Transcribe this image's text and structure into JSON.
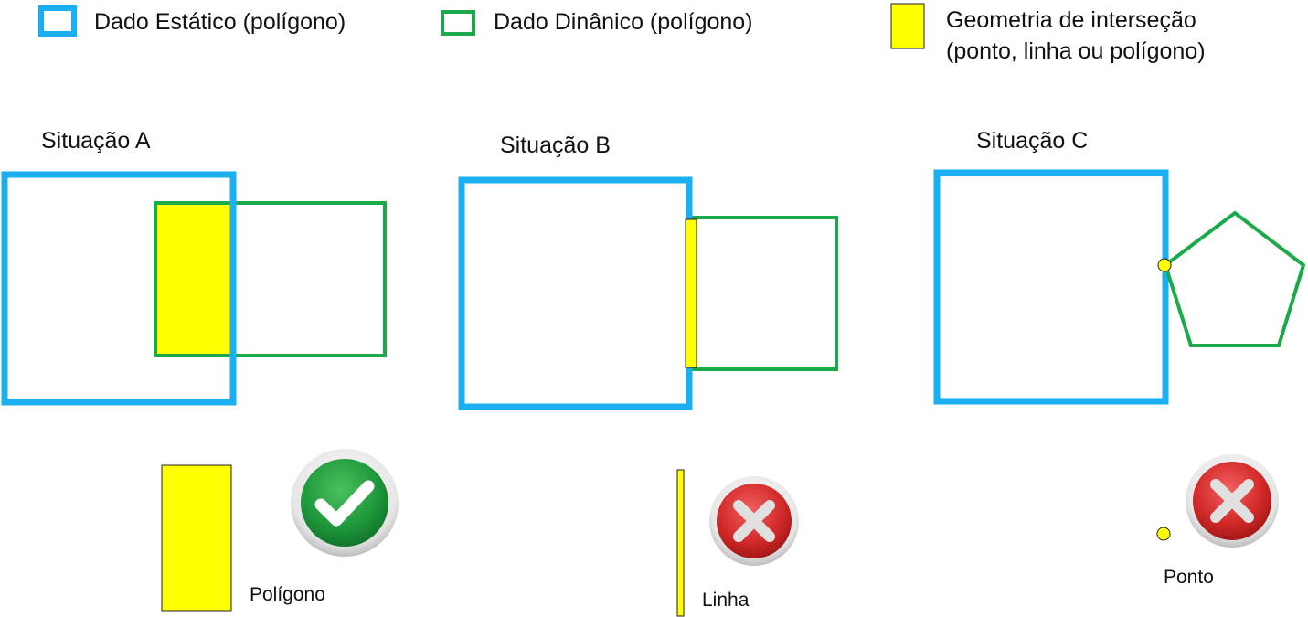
{
  "legend": {
    "static_label": "Dado Estático (polígono)",
    "dynamic_label": "Dado Dinânico (polígono)",
    "intersection_line1": "Geometria de interseção",
    "intersection_line2": "(ponto, linha ou polígono)"
  },
  "situations": [
    {
      "title": "Situação A",
      "result_label": "Polígono",
      "result_icon": "check-icon",
      "valid": true
    },
    {
      "title": "Situação B",
      "result_label": "Linha",
      "result_icon": "cross-icon",
      "valid": false
    },
    {
      "title": "Situação C",
      "result_label": "Ponto",
      "result_icon": "cross-icon",
      "valid": false
    }
  ],
  "colors": {
    "static": "#1aaff0",
    "dynamic": "#1aaa4a",
    "intersection": "#ffff00",
    "valid": "#1f9a3c",
    "invalid": "#d42a2a"
  }
}
